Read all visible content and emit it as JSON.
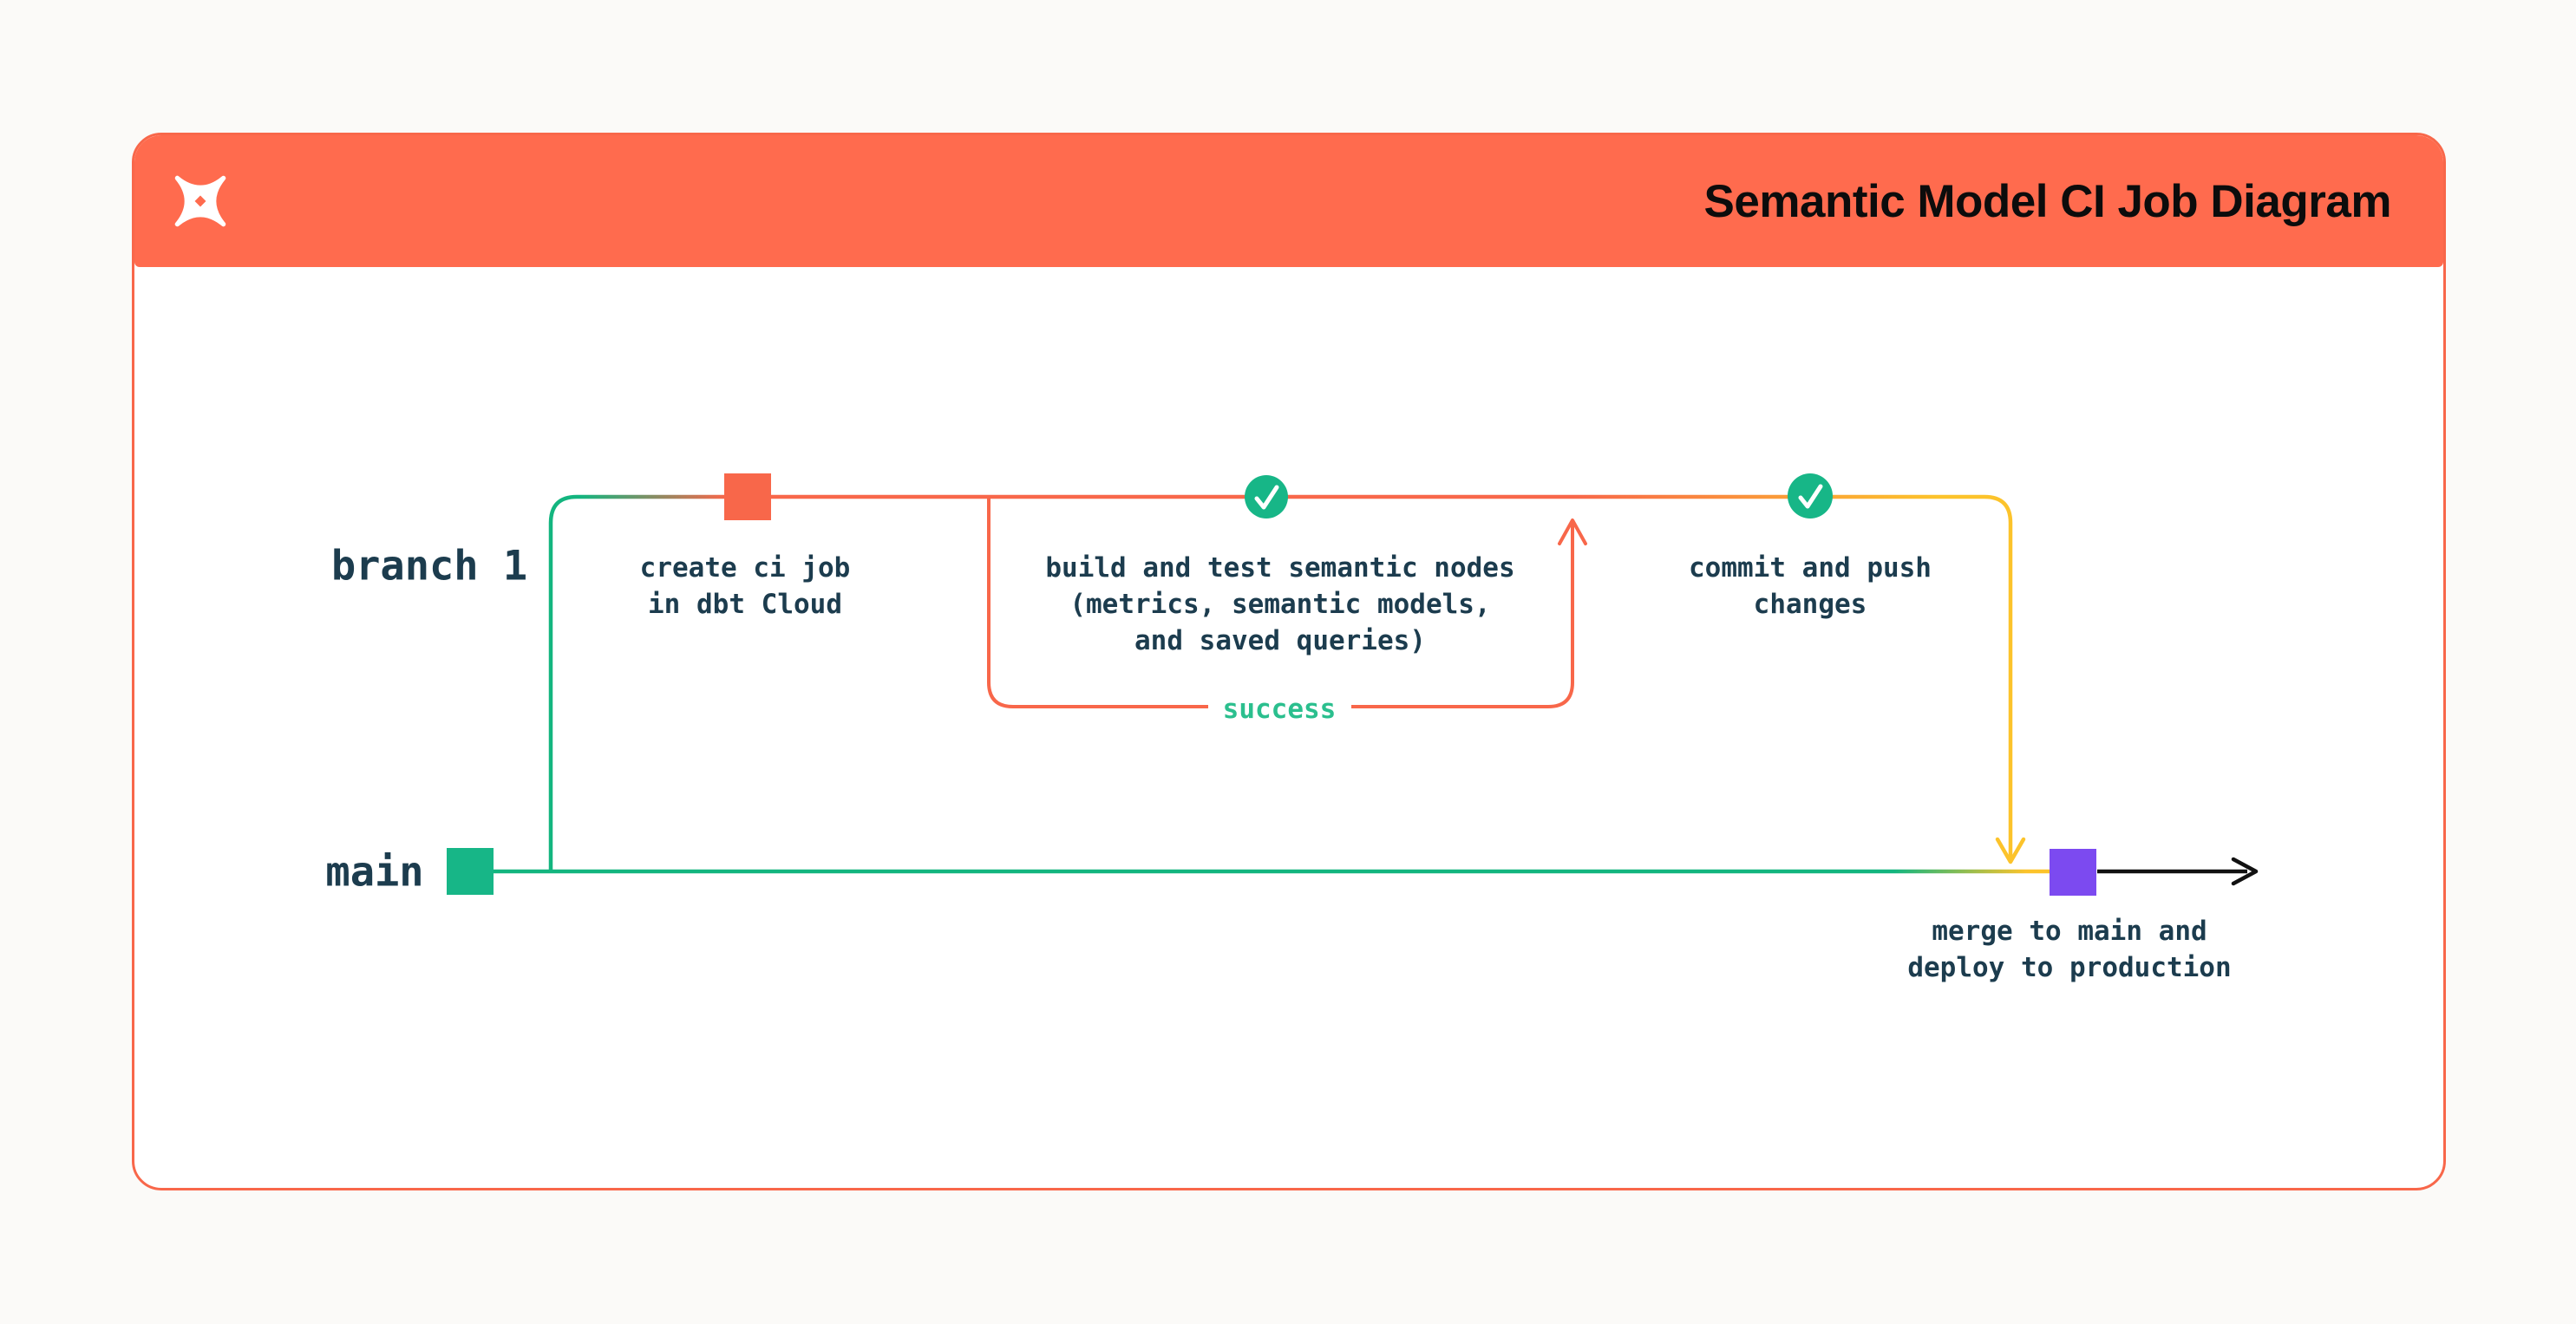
{
  "page": {
    "background": "#FBFAF8"
  },
  "header": {
    "title": "Semantic Model CI Job Diagram",
    "logo_icon": "dbt-logo-icon",
    "background": "#FF6B4E",
    "title_color": "#0C0C0C"
  },
  "diagram": {
    "branch_label": "branch 1",
    "main_label": "main",
    "create_node": {
      "line1": "create ci job",
      "line2": "in dbt Cloud"
    },
    "build_node": {
      "line1": "build and test semantic nodes",
      "line2": "(metrics, semantic models,",
      "line3": "and saved queries)"
    },
    "success_label": "success",
    "commit_node": {
      "line1": "commit and push",
      "line2": "changes"
    },
    "merge_node": {
      "line1": "merge to main and",
      "line2": "deploy to production"
    },
    "colors": {
      "orange": "#F8674A",
      "header_orange": "#FF6B4E",
      "green": "#17B687",
      "green_line": "#13B57F",
      "success_green": "#2BBF8E",
      "yellow": "#FCC32B",
      "purple": "#7C4AF0",
      "text_dark": "#1C3C4E",
      "arrow_black": "#111111"
    }
  }
}
